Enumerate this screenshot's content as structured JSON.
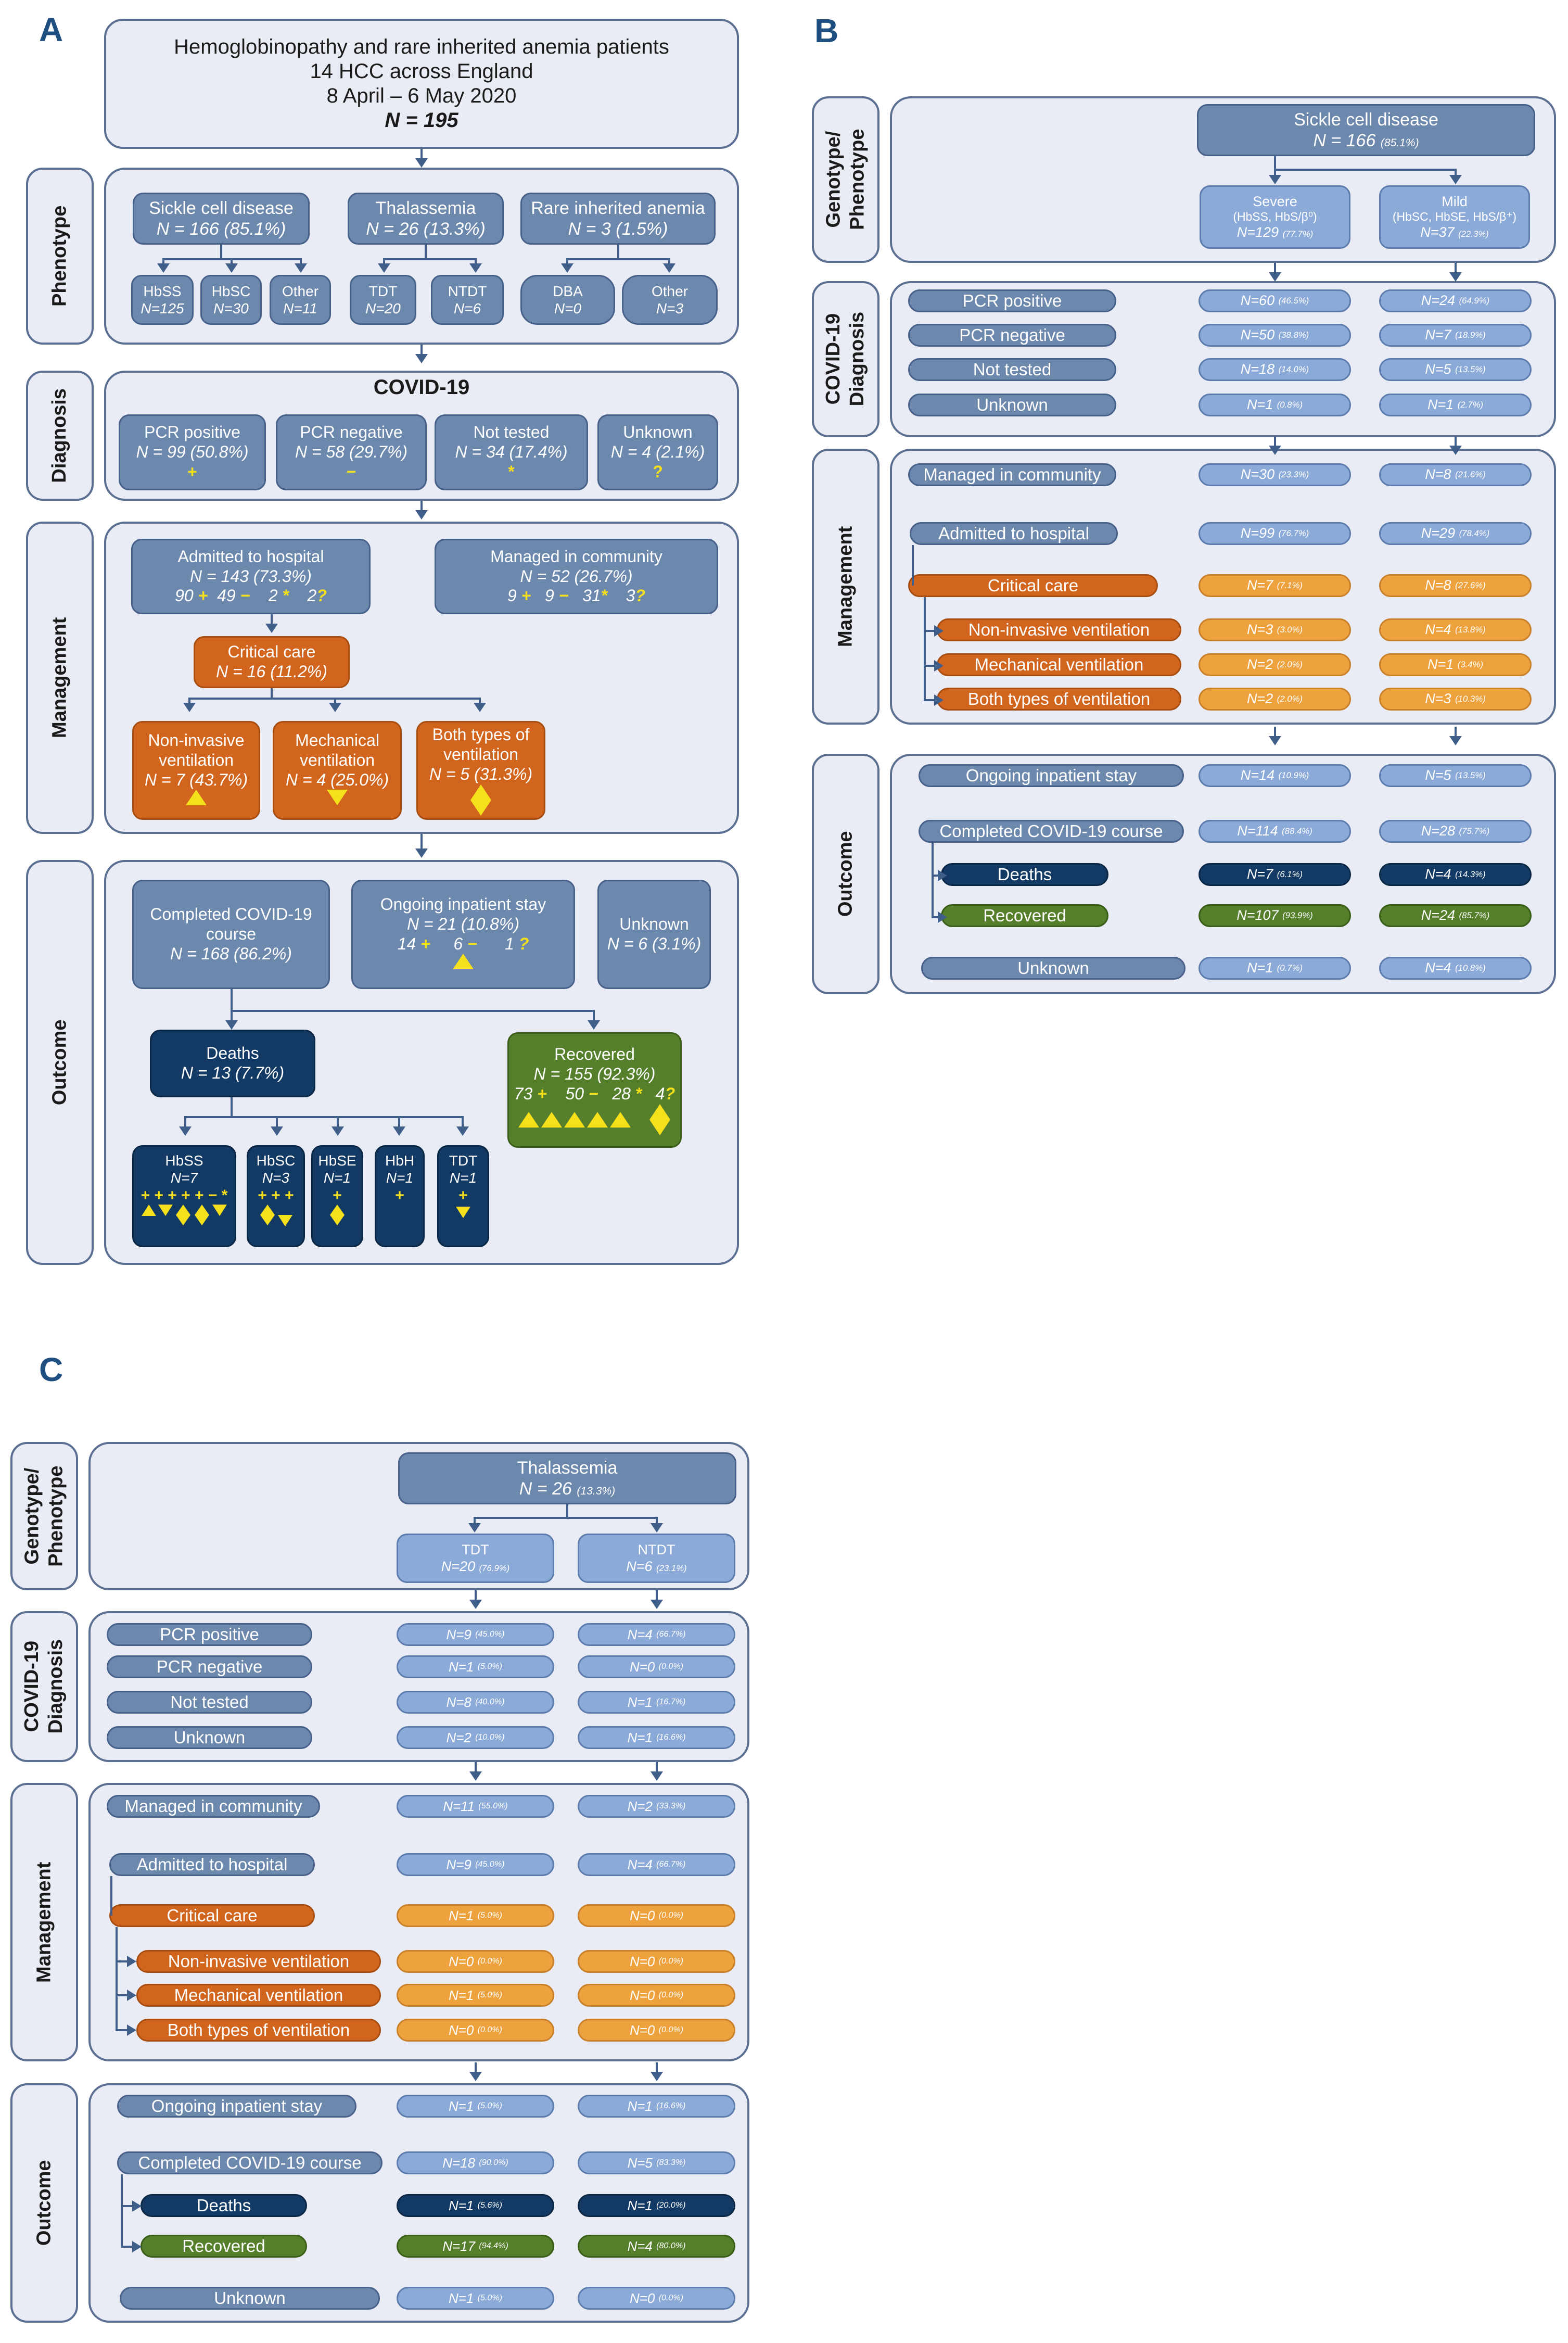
{
  "panelA": {
    "label": "A",
    "top": {
      "l1": "Hemoglobinopathy and rare inherited anemia patients",
      "l2": "14 HCC   across England",
      "l3": "8 April – 6 May 2020",
      "l4": "N = 195"
    },
    "sections": {
      "phenotype": "Phenotype",
      "diagnosis": "Diagnosis",
      "management": "Management",
      "outcome": "Outcome"
    },
    "phenotype": {
      "scd": {
        "t": "Sickle cell disease",
        "n": "N = 166 (85.1%)"
      },
      "thal": {
        "t": "Thalassemia",
        "n": "N = 26 (13.3%)"
      },
      "rare": {
        "t": "Rare inherited anemia",
        "n": "N = 3 (1.5%)"
      },
      "hbss": {
        "t": "HbSS",
        "n": "N=125"
      },
      "hbsc": {
        "t": "HbSC",
        "n": "N=30"
      },
      "other1": {
        "t": "Other",
        "n": "N=11"
      },
      "tdt": {
        "t": "TDT",
        "n": "N=20"
      },
      "ntdt": {
        "t": "NTDT",
        "n": "N=6"
      },
      "dba": {
        "t": "DBA",
        "n": "N=0"
      },
      "other2": {
        "t": "Other",
        "n": "N=3"
      }
    },
    "diagnosis": {
      "title": "COVID-19",
      "pcrpos": {
        "t": "PCR positive",
        "n": "N = 99 (50.8%)",
        "s": "+"
      },
      "pcrneg": {
        "t": "PCR negative",
        "n": "N = 58 (29.7%)",
        "s": "−"
      },
      "nottested": {
        "t": "Not tested",
        "n": "N = 34 (17.4%)",
        "s": "*"
      },
      "unknown": {
        "t": "Unknown",
        "n": "N = 4 (2.1%)",
        "s": "?"
      }
    },
    "management": {
      "admitted": {
        "t": "Admitted to hospital",
        "n": "N = 143 (73.3%)",
        "c1": "90",
        "c2": "49",
        "c3": "2",
        "c4": "2"
      },
      "community": {
        "t": "Managed in community",
        "n": "N = 52 (26.7%)",
        "c1": "9",
        "c2": "9",
        "c3": "31",
        "c4": "3"
      },
      "critical": {
        "t": "Critical care",
        "n": "N = 16 (11.2%)"
      },
      "niv": {
        "t1": "Non-invasive",
        "t2": "ventilation",
        "n": "N = 7 (43.7%)"
      },
      "mech": {
        "t1": "Mechanical",
        "t2": "ventilation",
        "n": "N = 4 (25.0%)"
      },
      "both": {
        "t1": "Both types of",
        "t2": "ventilation",
        "n": "N = 5 (31.3%)"
      }
    },
    "outcome": {
      "completed": {
        "t1": "Completed COVID-19",
        "t2": "course",
        "n": "N = 168 (86.2%)"
      },
      "ongoing": {
        "t": "Ongoing inpatient stay",
        "n": "N = 21 (10.8%)",
        "c1": "14",
        "c2": "6",
        "c3": "1"
      },
      "unknown": {
        "t": "Unknown",
        "n": "N = 6 (3.1%)"
      },
      "deaths": {
        "t": "Deaths",
        "n": "N = 13 (7.7%)"
      },
      "recovered": {
        "t": "Recovered",
        "n": "N = 155 (92.3%)",
        "c1": "73",
        "c2": "50",
        "c3": "28",
        "c4": "4"
      },
      "dhbss": {
        "t": "HbSS",
        "n": "N=7"
      },
      "dhbsc": {
        "t": "HbSC",
        "n": "N=3"
      },
      "dhbse": {
        "t": "HbSE",
        "n": "N=1"
      },
      "dhbh": {
        "t": "HbH",
        "n": "N=1"
      },
      "dtdt": {
        "t": "TDT",
        "n": "N=1"
      }
    }
  },
  "panelB": {
    "label": "B",
    "sections": {
      "geno1": "Genotype/",
      "geno2": "Phenotype",
      "diag1": "COVID-19",
      "diag2": "Diagnosis",
      "management": "Management",
      "outcome": "Outcome"
    },
    "head": {
      "t": "Sickle cell disease",
      "n": "N = 166",
      "p": "(85.1%)"
    },
    "severe": {
      "t": "Severe",
      "s": "(HbSS, HbS/β⁰)",
      "n": "N=129",
      "p": "(77.7%)"
    },
    "mild": {
      "t": "Mild",
      "s": "(HbSC, HbSE, HbS/β⁺)",
      "n": "N=37",
      "p": "(22.3%)"
    },
    "rows": [
      {
        "label": "PCR positive",
        "a": "N=60",
        "ap": "(46.5%)",
        "b": "N=24",
        "bp": "(64.9%)"
      },
      {
        "label": "PCR negative",
        "a": "N=50",
        "ap": "(38.8%)",
        "b": "N=7",
        "bp": "(18.9%)"
      },
      {
        "label": "Not tested",
        "a": "N=18",
        "ap": "(14.0%)",
        "b": "N=5",
        "bp": "(13.5%)"
      },
      {
        "label": "Unknown",
        "a": "N=1",
        "ap": "(0.8%)",
        "b": "N=1",
        "bp": "(2.7%)"
      },
      {
        "label": "Managed in community",
        "a": "N=30",
        "ap": "(23.3%)",
        "b": "N=8",
        "bp": "(21.6%)"
      },
      {
        "label": "Admitted to hospital",
        "a": "N=99",
        "ap": "(76.7%)",
        "b": "N=29",
        "bp": "(78.4%)"
      },
      {
        "label": "Critical care",
        "a": "N=7",
        "ap": "(7.1%)",
        "b": "N=8",
        "bp": "(27.6%)"
      },
      {
        "label": "Non-invasive ventilation",
        "a": "N=3",
        "ap": "(3.0%)",
        "b": "N=4",
        "bp": "(13.8%)"
      },
      {
        "label": "Mechanical ventilation",
        "a": "N=2",
        "ap": "(2.0%)",
        "b": "N=1",
        "bp": "(3.4%)"
      },
      {
        "label": "Both types of ventilation",
        "a": "N=2",
        "ap": "(2.0%)",
        "b": "N=3",
        "bp": "(10.3%)"
      },
      {
        "label": "Ongoing inpatient stay",
        "a": "N=14",
        "ap": "(10.9%)",
        "b": "N=5",
        "bp": "(13.5%)"
      },
      {
        "label": "Completed COVID-19 course",
        "a": "N=114",
        "ap": "(88.4%)",
        "b": "N=28",
        "bp": "(75.7%)"
      },
      {
        "label": "Deaths",
        "a": "N=7",
        "ap": "(6.1%)",
        "b": "N=4",
        "bp": "(14.3%)"
      },
      {
        "label": "Recovered",
        "a": "N=107",
        "ap": "(93.9%)",
        "b": "N=24",
        "bp": "(85.7%)"
      },
      {
        "label": "Unknown",
        "a": "N=1",
        "ap": "(0.7%)",
        "b": "N=4",
        "bp": "(10.8%)"
      }
    ]
  },
  "panelC": {
    "label": "C",
    "sections": {
      "geno1": "Genotype/",
      "geno2": "Phenotype",
      "diag1": "COVID-19",
      "diag2": "Diagnosis",
      "management": "Management",
      "outcome": "Outcome"
    },
    "head": {
      "t": "Thalassemia",
      "n": "N = 26",
      "p": "(13.3%)"
    },
    "tdt": {
      "t": "TDT",
      "n": "N=20",
      "p": "(76.9%)"
    },
    "ntdt": {
      "t": "NTDT",
      "n": "N=6",
      "p": "(23.1%)"
    },
    "rows": [
      {
        "label": "PCR positive",
        "a": "N=9",
        "ap": "(45.0%)",
        "b": "N=4",
        "bp": "(66.7%)"
      },
      {
        "label": "PCR negative",
        "a": "N=1",
        "ap": "(5.0%)",
        "b": "N=0",
        "bp": "(0.0%)"
      },
      {
        "label": "Not tested",
        "a": "N=8",
        "ap": "(40.0%)",
        "b": "N=1",
        "bp": "(16.7%)"
      },
      {
        "label": "Unknown",
        "a": "N=2",
        "ap": "(10.0%)",
        "b": "N=1",
        "bp": "(16.6%)"
      },
      {
        "label": "Managed in community",
        "a": "N=11",
        "ap": "(55.0%)",
        "b": "N=2",
        "bp": "(33.3%)"
      },
      {
        "label": "Admitted to hospital",
        "a": "N=9",
        "ap": "(45.0%)",
        "b": "N=4",
        "bp": "(66.7%)"
      },
      {
        "label": "Critical care",
        "a": "N=1",
        "ap": "(5.0%)",
        "b": "N=0",
        "bp": "(0.0%)"
      },
      {
        "label": "Non-invasive ventilation",
        "a": "N=0",
        "ap": "(0.0%)",
        "b": "N=0",
        "bp": "(0.0%)"
      },
      {
        "label": "Mechanical ventilation",
        "a": "N=1",
        "ap": "(5.0%)",
        "b": "N=0",
        "bp": "(0.0%)"
      },
      {
        "label": "Both types of ventilation",
        "a": "N=0",
        "ap": "(0.0%)",
        "b": "N=0",
        "bp": "(0.0%)"
      },
      {
        "label": "Ongoing inpatient stay",
        "a": "N=1",
        "ap": "(5.0%)",
        "b": "N=1",
        "bp": "(16.6%)"
      },
      {
        "label": "Completed COVID-19 course",
        "a": "N=18",
        "ap": "(90.0%)",
        "b": "N=5",
        "bp": "(83.3%)"
      },
      {
        "label": "Deaths",
        "a": "N=1",
        "ap": "(5.6%)",
        "b": "N=1",
        "bp": "(20.0%)"
      },
      {
        "label": "Recovered",
        "a": "N=17",
        "ap": "(94.4%)",
        "b": "N=4",
        "bp": "(80.0%)"
      },
      {
        "label": "Unknown",
        "a": "N=1",
        "ap": "(5.0%)",
        "b": "N=0",
        "bp": "(0.0%)"
      }
    ]
  }
}
